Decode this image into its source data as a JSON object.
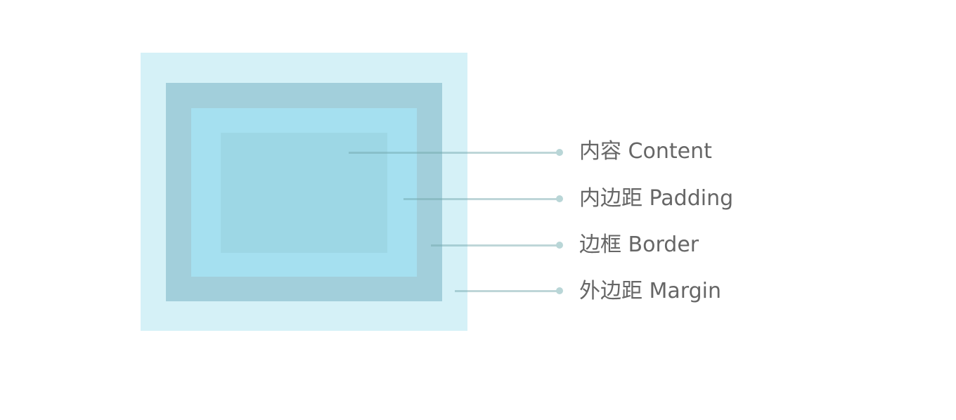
{
  "labels": {
    "content": "内容 Content",
    "padding": "内边距 Padding",
    "border": "边框 Border",
    "margin": "外边距 Margin"
  },
  "colors": {
    "margin": "#d5f1f7",
    "border": "#a2cfdb",
    "padding": "#a5e0f0",
    "content": "#9dd7e5",
    "line": "#b9d6d7",
    "text": "#666666"
  }
}
